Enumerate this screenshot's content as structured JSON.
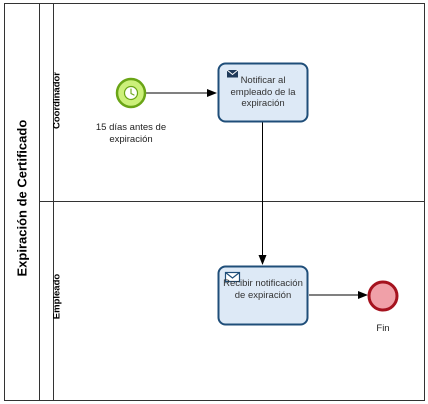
{
  "pool": {
    "title": "Expiración de Certificado"
  },
  "lanes": [
    {
      "id": "coordinador",
      "label": "Coordinador"
    },
    {
      "id": "empleado",
      "label": "Empleado"
    }
  ],
  "nodes": {
    "start_event": {
      "label": "15 días antes de expiración",
      "type": "timer-start"
    },
    "task_notify": {
      "label": "Notificar al empleado de la expiración",
      "type": "send-task"
    },
    "task_receive": {
      "label": "Recibir notificación de expiración",
      "type": "receive-task"
    },
    "end_event": {
      "label": "Fin",
      "type": "end"
    }
  },
  "colors": {
    "task_fill": "#dde9f6",
    "task_stroke": "#1f4e79",
    "start_fill": "#ccf07a",
    "start_stroke": "#6aa516",
    "end_fill": "#f0a0a8",
    "end_stroke": "#a5121e",
    "line": "#000000"
  }
}
